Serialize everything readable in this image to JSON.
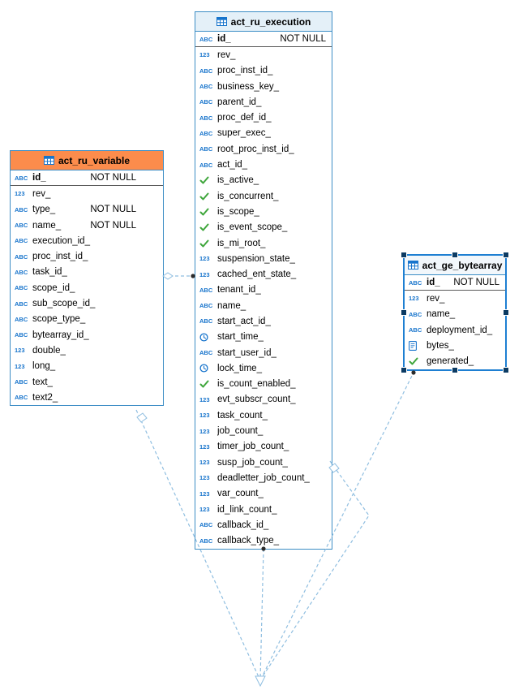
{
  "diagram": {
    "colors": {
      "header_orange": "#FC8C4C",
      "header_blue": "#E4F0F8",
      "header_plain": "#F2F7FB",
      "table_border": "#3C8DC5",
      "line_color": "#8FBEE0",
      "icon_blue": "#1774CC",
      "check_green": "#3FA63C",
      "selection_blue": "#1E7FD2",
      "handle_color": "#0C3B63"
    },
    "tables": [
      {
        "id": "act_ru_variable",
        "title": "act_ru_variable",
        "selected": false,
        "columns": [
          {
            "type": "string",
            "name": "id_",
            "constraint": "NOT NULL",
            "pk": true
          },
          {
            "type": "number",
            "name": "rev_"
          },
          {
            "type": "string",
            "name": "type_",
            "constraint": "NOT NULL"
          },
          {
            "type": "string",
            "name": "name_",
            "constraint": "NOT NULL"
          },
          {
            "type": "string",
            "name": "execution_id_"
          },
          {
            "type": "string",
            "name": "proc_inst_id_"
          },
          {
            "type": "string",
            "name": "task_id_"
          },
          {
            "type": "string",
            "name": "scope_id_"
          },
          {
            "type": "string",
            "name": "sub_scope_id_"
          },
          {
            "type": "string",
            "name": "scope_type_"
          },
          {
            "type": "string",
            "name": "bytearray_id_"
          },
          {
            "type": "number",
            "name": "double_"
          },
          {
            "type": "number",
            "name": "long_"
          },
          {
            "type": "string",
            "name": "text_"
          },
          {
            "type": "string",
            "name": "text2_"
          }
        ]
      },
      {
        "id": "act_ru_execution",
        "title": "act_ru_execution",
        "selected": false,
        "columns": [
          {
            "type": "string",
            "name": "id_",
            "constraint": "NOT NULL",
            "pk": true
          },
          {
            "type": "number",
            "name": "rev_"
          },
          {
            "type": "string",
            "name": "proc_inst_id_"
          },
          {
            "type": "string",
            "name": "business_key_"
          },
          {
            "type": "string",
            "name": "parent_id_"
          },
          {
            "type": "string",
            "name": "proc_def_id_"
          },
          {
            "type": "string",
            "name": "super_exec_"
          },
          {
            "type": "string",
            "name": "root_proc_inst_id_"
          },
          {
            "type": "string",
            "name": "act_id_"
          },
          {
            "type": "boolean",
            "name": "is_active_"
          },
          {
            "type": "boolean",
            "name": "is_concurrent_"
          },
          {
            "type": "boolean",
            "name": "is_scope_"
          },
          {
            "type": "boolean",
            "name": "is_event_scope_"
          },
          {
            "type": "boolean",
            "name": "is_mi_root_"
          },
          {
            "type": "number",
            "name": "suspension_state_"
          },
          {
            "type": "number",
            "name": "cached_ent_state_"
          },
          {
            "type": "string",
            "name": "tenant_id_"
          },
          {
            "type": "string",
            "name": "name_"
          },
          {
            "type": "string",
            "name": "start_act_id_"
          },
          {
            "type": "datetime",
            "name": "start_time_"
          },
          {
            "type": "string",
            "name": "start_user_id_"
          },
          {
            "type": "datetime",
            "name": "lock_time_"
          },
          {
            "type": "boolean",
            "name": "is_count_enabled_"
          },
          {
            "type": "number",
            "name": "evt_subscr_count_"
          },
          {
            "type": "number",
            "name": "task_count_"
          },
          {
            "type": "number",
            "name": "job_count_"
          },
          {
            "type": "number",
            "name": "timer_job_count_"
          },
          {
            "type": "number",
            "name": "susp_job_count_"
          },
          {
            "type": "number",
            "name": "deadletter_job_count_"
          },
          {
            "type": "number",
            "name": "var_count_"
          },
          {
            "type": "number",
            "name": "id_link_count_"
          },
          {
            "type": "string",
            "name": "callback_id_"
          },
          {
            "type": "string",
            "name": "callback_type_"
          }
        ]
      },
      {
        "id": "act_ge_bytearray",
        "title": "act_ge_bytearray",
        "selected": true,
        "columns": [
          {
            "type": "string",
            "name": "id_",
            "constraint": "NOT NULL",
            "pk": true
          },
          {
            "type": "number",
            "name": "rev_"
          },
          {
            "type": "string",
            "name": "name_"
          },
          {
            "type": "string",
            "name": "deployment_id_"
          },
          {
            "type": "binary",
            "name": "bytes_"
          },
          {
            "type": "boolean",
            "name": "generated_"
          }
        ]
      }
    ],
    "relationships": [
      {
        "from": "act_ru_variable",
        "to": "act_ru_execution"
      },
      {
        "from": "act_ru_variable",
        "to": "act_ge_bytearray"
      },
      {
        "from": "act_ru_execution",
        "to": "act_ru_execution"
      },
      {
        "from": "act_ru_execution",
        "to": "act_ge_bytearray"
      }
    ]
  },
  "icons": {
    "string": {
      "name": "string-type-icon",
      "kind": "text",
      "label": "ABC"
    },
    "number": {
      "name": "number-type-icon",
      "kind": "text",
      "label": "123"
    },
    "boolean": {
      "name": "boolean-check-icon",
      "kind": "check"
    },
    "datetime": {
      "name": "clock-icon",
      "kind": "clock"
    },
    "binary": {
      "name": "binary-file-icon",
      "kind": "binary"
    },
    "table": {
      "name": "table-grid-icon",
      "kind": "grid"
    }
  }
}
